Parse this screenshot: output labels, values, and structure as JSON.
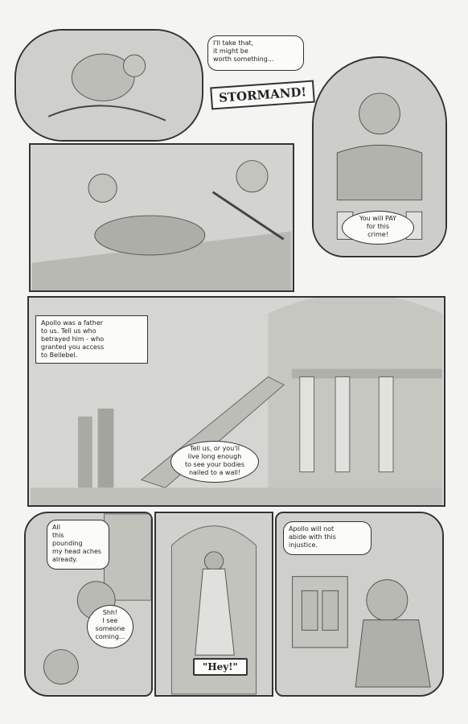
{
  "page": {
    "panels": [
      {
        "id": "p1"
      },
      {
        "id": "p2"
      },
      {
        "id": "p3"
      },
      {
        "id": "p4"
      },
      {
        "id": "p5"
      },
      {
        "id": "p6"
      },
      {
        "id": "p7"
      }
    ]
  },
  "text": {
    "p1_bubble": "I'll take that,\nit might be\nworth something...",
    "p1_sfx": "STORMAND!",
    "p3_bubble": "You will PAY\nfor this\ncrime!",
    "p4_caption": "Apollo was a father\nto us. Tell us who\nbetrayed him - who\ngranted you access\nto Bellebel.",
    "p4_bubble": "Tell us, or you'll\nlive long enough\nto see your bodies\nnailed to a wall!",
    "p5_bubble_a": "All\nthis\npounding\nmy head aches\nalready.",
    "p5_bubble_b": "Shh!\nI see\nsomeone\ncoming...",
    "p6_sfx": "\"Hey!\"",
    "p7_bubble": "Apollo will not\nabide with this\ninjustice."
  }
}
